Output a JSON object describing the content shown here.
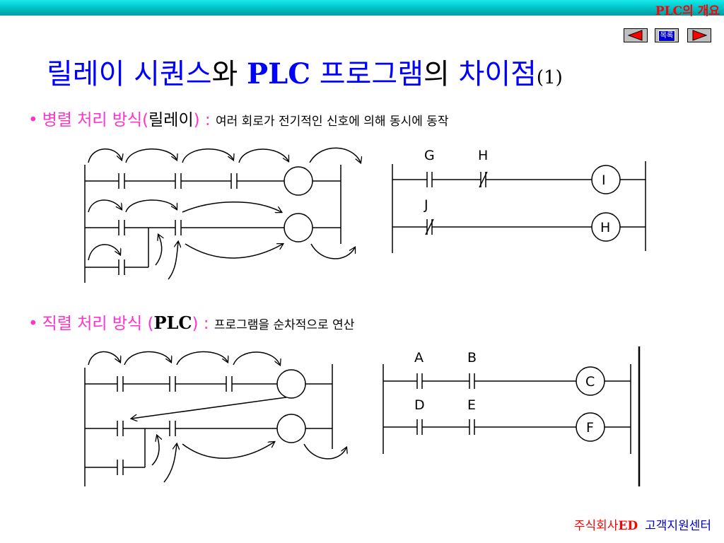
{
  "header": {
    "label": "PLC의 개요"
  },
  "nav": {
    "prev_icon": "triangle-left-icon",
    "index_label": "목록",
    "next_icon": "triangle-right-icon"
  },
  "title": {
    "part1": "릴레이 시퀀스",
    "part2": "와 ",
    "part3": "PLC",
    "part4": " 프로그램",
    "part5": "의 ",
    "part6": "차이점",
    "suffix": "(1)"
  },
  "bullet1": {
    "lead": "병렬 처리 방식(",
    "emph": "릴레이",
    "close": ") : ",
    "desc": "여러 회로가 전기적인 신호에 의해 동시에 동작"
  },
  "bullet2": {
    "lead": "직렬 처리 방식 (",
    "emph": "PLC",
    "close": ") : ",
    "desc": "프로그램을 순차적으로 연산"
  },
  "ladder1": {
    "contacts": [
      "G",
      "H",
      "J"
    ],
    "coils": [
      "I",
      "H"
    ]
  },
  "ladder2": {
    "contacts": [
      "A",
      "B",
      "D",
      "E"
    ],
    "coils": [
      "C",
      "F"
    ]
  },
  "footer": {
    "company": "주식회사",
    "ed": "ED",
    "center": "고객지원센터"
  },
  "colors": {
    "title": "#0000ff",
    "bullet": "#ff33cc",
    "accent_red": "#ff0000",
    "topbar": "#00c8cc"
  }
}
